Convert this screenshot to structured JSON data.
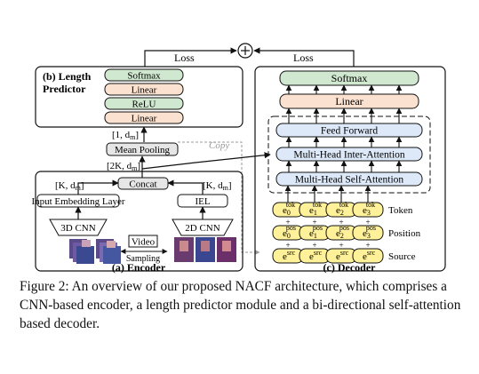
{
  "colors": {
    "green_block": "#cfe8cf",
    "peach_block": "#fbe2d0",
    "blue_block": "#dde9f8",
    "yellow_embed": "#fff19a",
    "gray_block": "#e6e6e6",
    "copy_line": "#9a9a9a"
  },
  "loss": {
    "left_label": "Loss",
    "right_label": "Loss",
    "sum_symbol": "⊕"
  },
  "length_predictor": {
    "title_line1": "(b) Length",
    "title_line2": "Predictor",
    "layers": [
      "Softmax",
      "Linear",
      "ReLU",
      "Linear"
    ],
    "input_dim": "[1, d",
    "input_dim_sub": "m",
    "input_dim_close": "]",
    "mean_pooling": "Mean Pooling",
    "copy_label": "Copy"
  },
  "encoder": {
    "title": "(a) Encoder",
    "output_dim": "[2K, d",
    "output_dim_sub": "m",
    "output_dim_close": "]",
    "concat": "Concat",
    "left_dim": "[K, d",
    "left_dim_sub": "m",
    "left_dim_close": "]",
    "right_dim": "[K, d",
    "right_dim_sub": "m",
    "right_dim_close": "]",
    "input_embedding": "Input Embedding Layer",
    "iel": "IEL",
    "cnn3d": "3D CNN",
    "cnn2d": "2D CNN",
    "video_label": "Video",
    "sampling_label": "Sampling"
  },
  "decoder": {
    "title": "(c) Decoder",
    "layers": [
      "Softmax",
      "Linear",
      "Feed Forward",
      "Multi-Head Inter-Attention",
      "Multi-Head Self-Attention"
    ],
    "row_labels": [
      "Token",
      "Position",
      "Source"
    ],
    "token_sup": "tok",
    "pos_sup": "pos",
    "src_sup": "src",
    "base_letter": "e",
    "token_indices": [
      "0",
      "1",
      "2",
      "3"
    ],
    "pos_indices": [
      "0",
      "1",
      "2",
      "3"
    ],
    "plus_sign": "+"
  },
  "caption": "Figure 2: An overview of our proposed NACF architecture, which comprises a CNN-based encoder, a length predictor module and a bi-directional self-attention based decoder."
}
